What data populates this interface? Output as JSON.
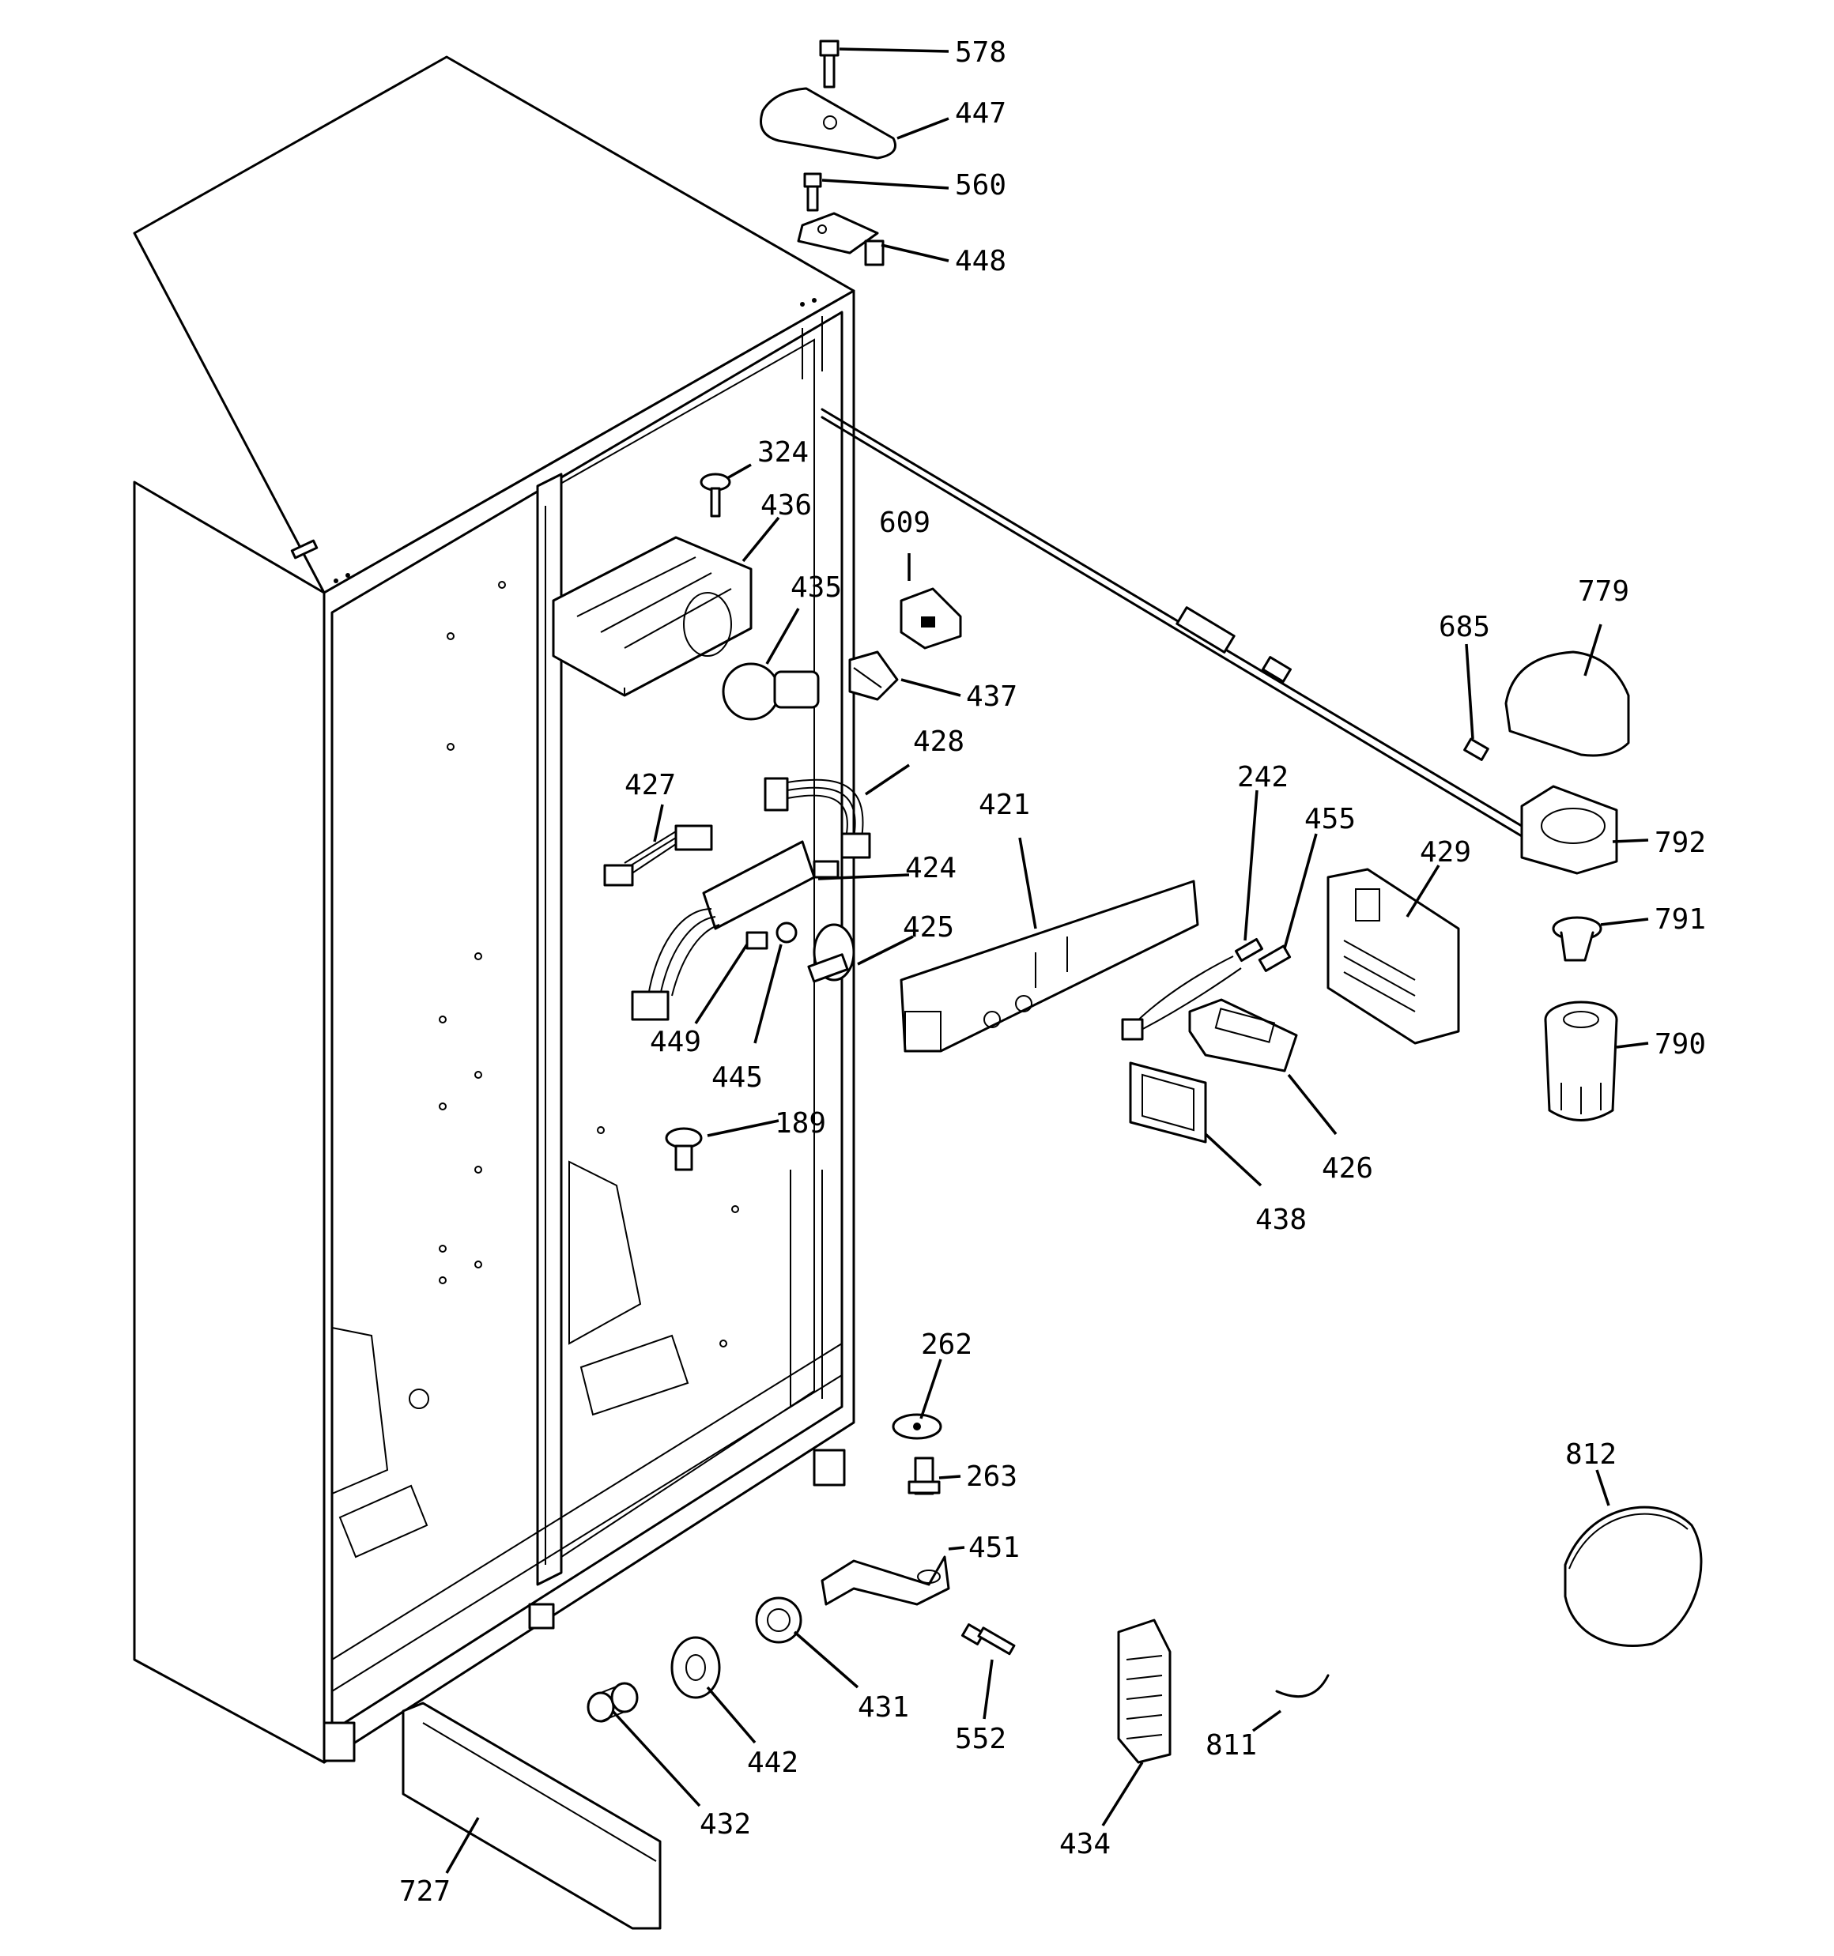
{
  "callouts": {
    "p578": "578",
    "p447": "447",
    "p560": "560",
    "p448": "448",
    "p324": "324",
    "p436": "436",
    "p609": "609",
    "p435": "435",
    "p437": "437",
    "p779": "779",
    "p685": "685",
    "p792": "792",
    "p791": "791",
    "p790": "790",
    "p428": "428",
    "p427": "427",
    "p424": "424",
    "p425": "425",
    "p449": "449",
    "p445": "445",
    "p421": "421",
    "p242": "242",
    "p455": "455",
    "p429": "429",
    "p426": "426",
    "p438": "438",
    "p189": "189",
    "p262": "262",
    "p263": "263",
    "p451": "451",
    "p812": "812",
    "p431": "431",
    "p442": "442",
    "p432": "432",
    "p552": "552",
    "p434": "434",
    "p811": "811",
    "p727": "727"
  }
}
